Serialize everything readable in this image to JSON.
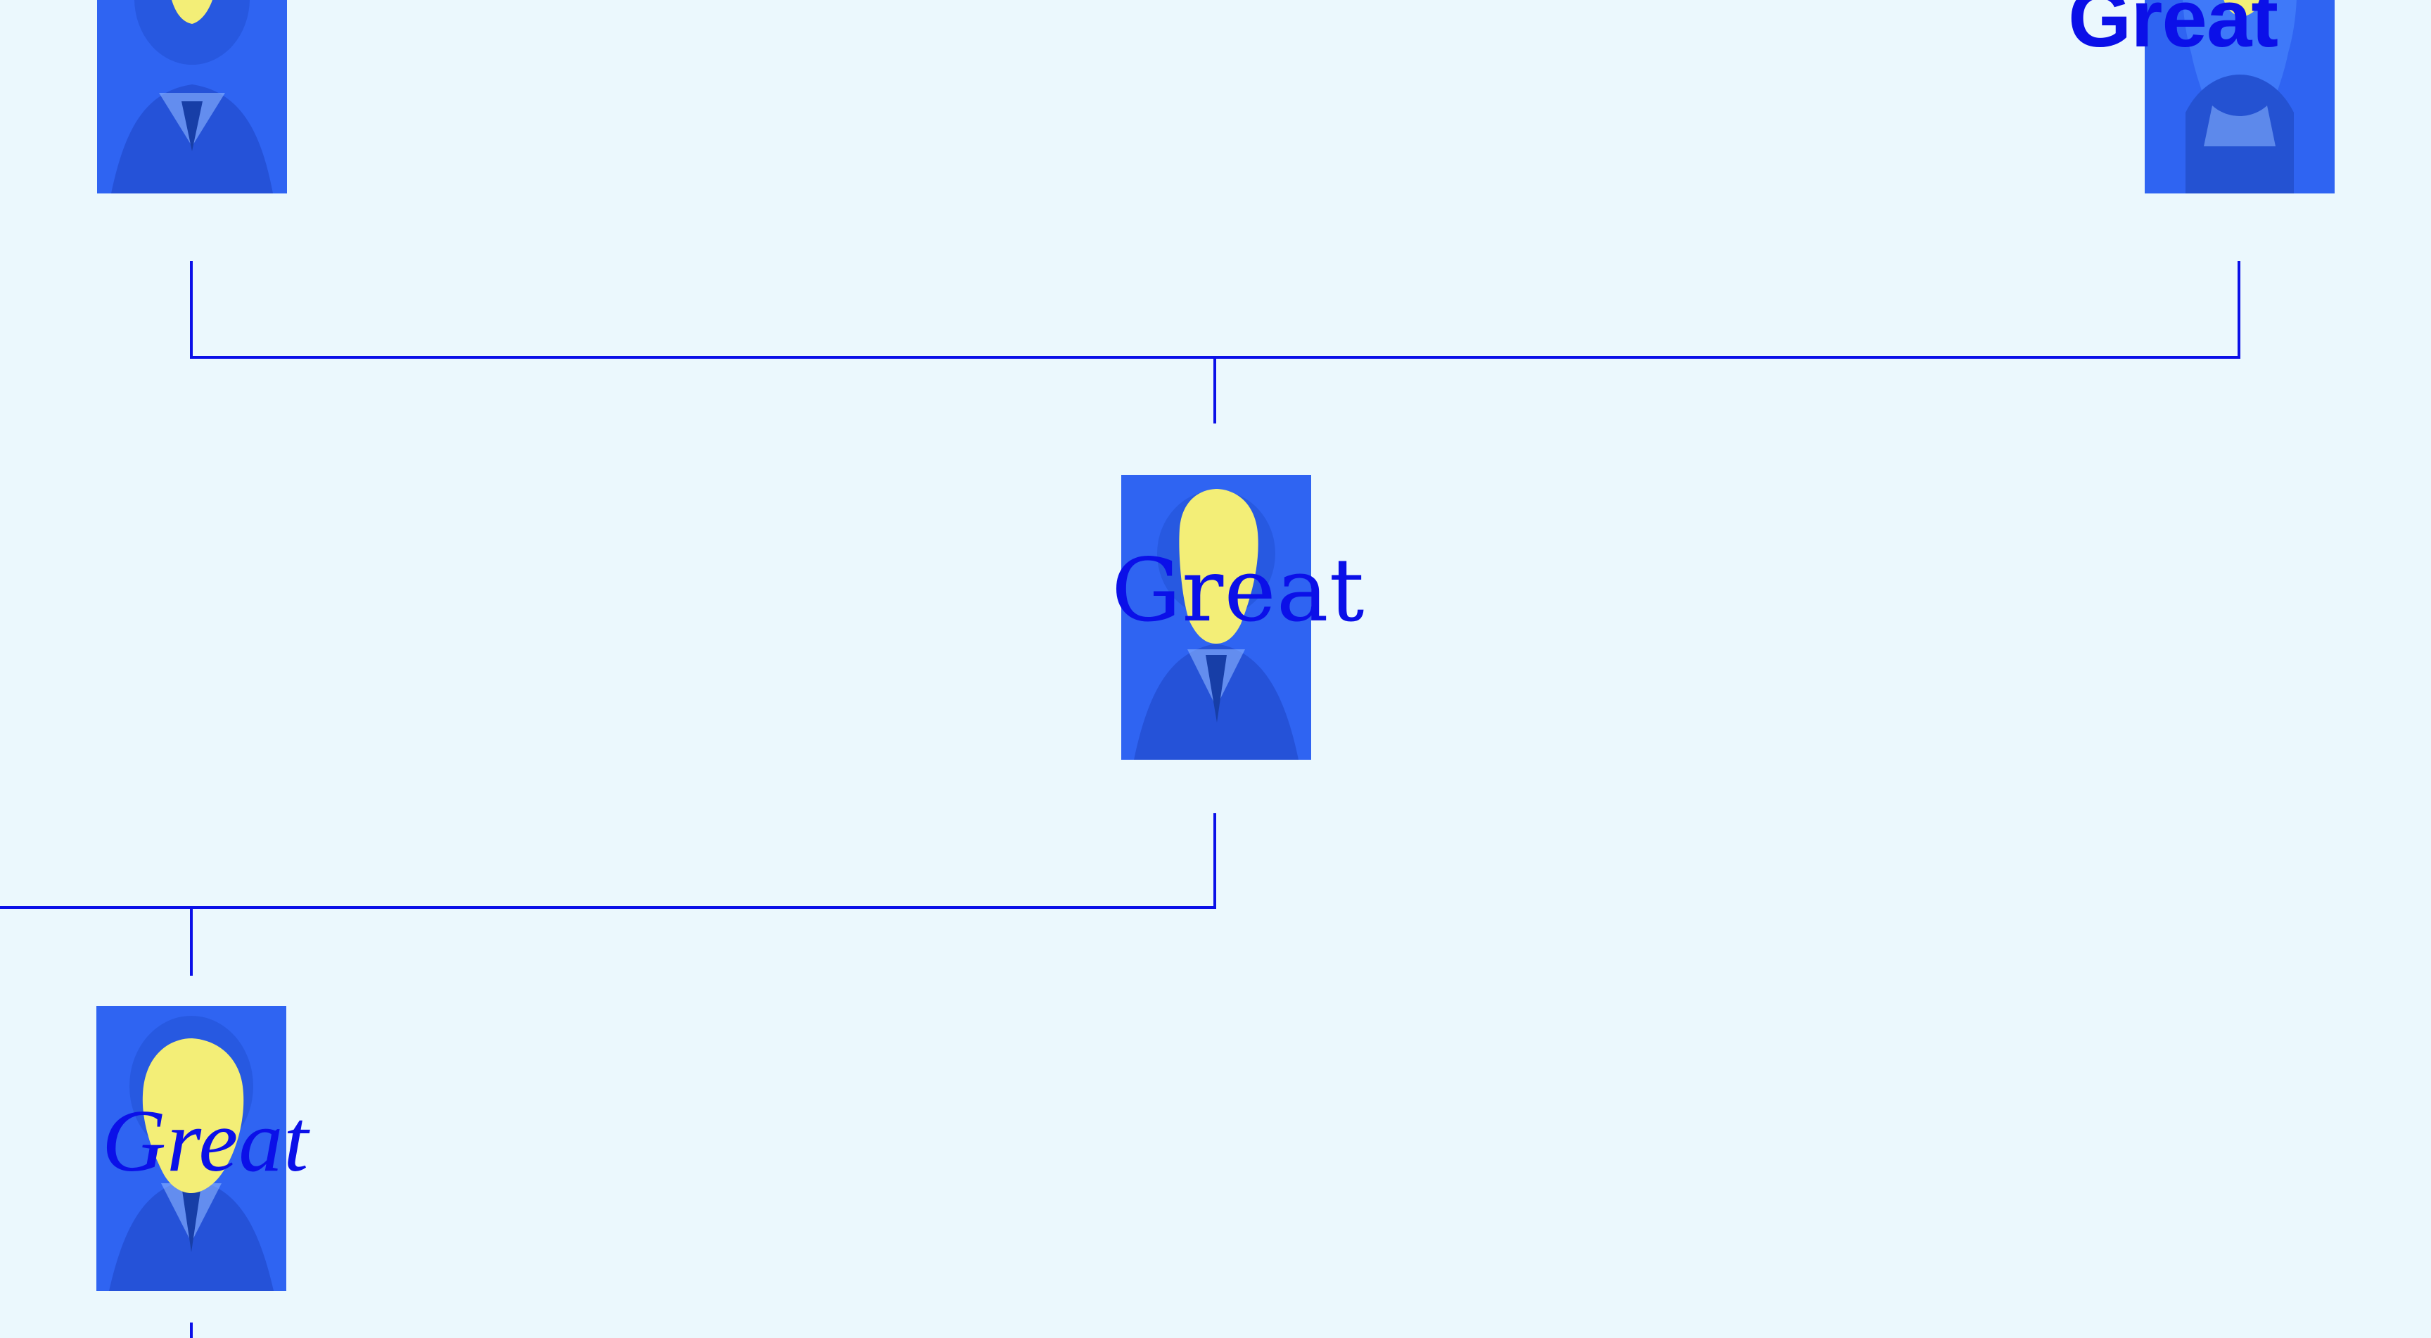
{
  "palette": {
    "background": "#ebf8fd",
    "line": "#0b10e8",
    "photo_blue": "#2f64f2",
    "photo_highlight": "#8db6ff",
    "face_patch": "#f3ee77"
  },
  "captions": {
    "top_right": "Great",
    "center": "Great",
    "bottom_left": "Great"
  },
  "portraits": [
    {
      "name": "top-left-portrait",
      "subject": "man in suit and tie"
    },
    {
      "name": "top-right-portrait",
      "subject": "woman with headscarf"
    },
    {
      "name": "center-portrait",
      "subject": "man in suit and tie"
    },
    {
      "name": "bottom-left-portrait",
      "subject": "man in jacket"
    }
  ]
}
